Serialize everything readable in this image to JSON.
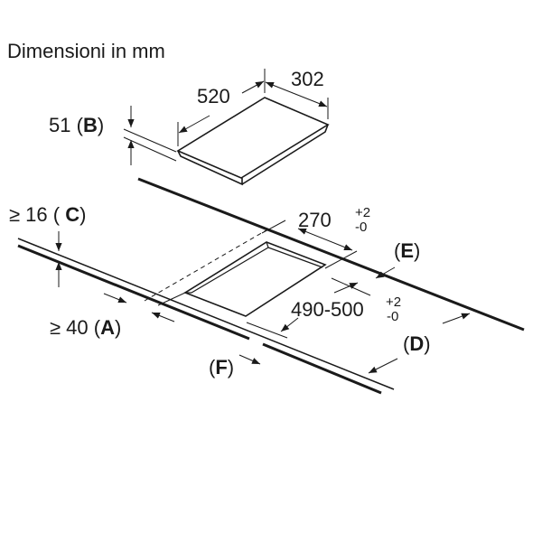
{
  "title": "Dimensioni in mm",
  "hob": {
    "width": "520",
    "depth": "302",
    "height_value": "51",
    "height_letter": "B"
  },
  "cutout": {
    "depth_value": "270",
    "depth_tol_plus": "+2",
    "depth_tol_minus": "-0",
    "width_value": "490-500",
    "width_tol_plus": "+2",
    "width_tol_minus": "-0"
  },
  "labels": {
    "c_prefix": "≥ 16 (",
    "c_letter": "C",
    "a_prefix": "≥ 40 (",
    "a_letter": "A",
    "e_letter": "E",
    "f_letter": "F",
    "d_letter": "D",
    "open": "(",
    "close": ")"
  }
}
